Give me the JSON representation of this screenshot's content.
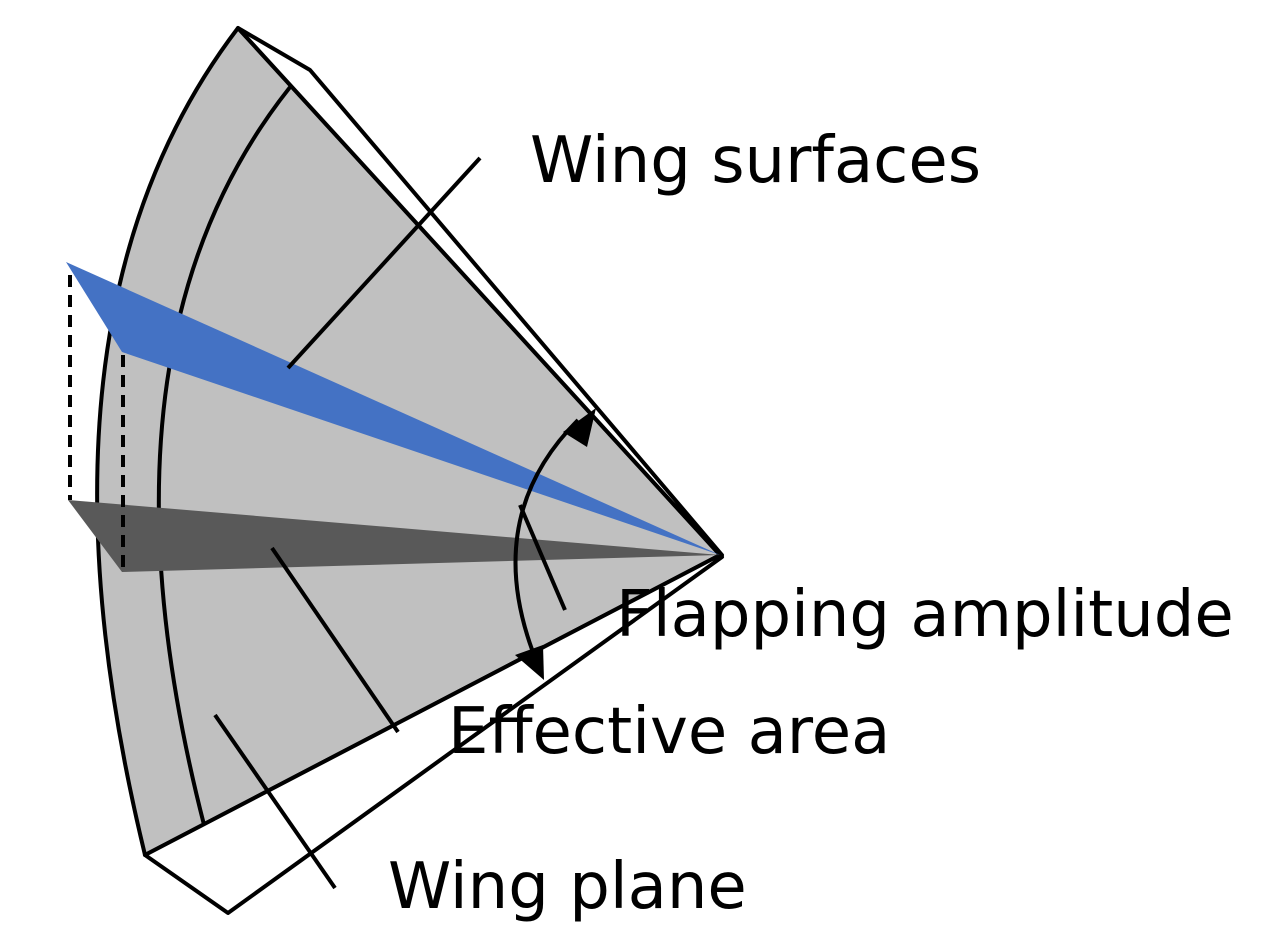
{
  "labels": {
    "wing_surfaces": "Wing surfaces",
    "flapping_amplitude": "Flapping amplitude",
    "effective_area": "Effective area",
    "wing_plane": "Wing plane"
  },
  "colors": {
    "background": "#ffffff",
    "sector_fill": "#c0c0c0",
    "wing_surface": "#4472c4",
    "wing_plane_fill": "#595959",
    "outline": "#000000"
  }
}
